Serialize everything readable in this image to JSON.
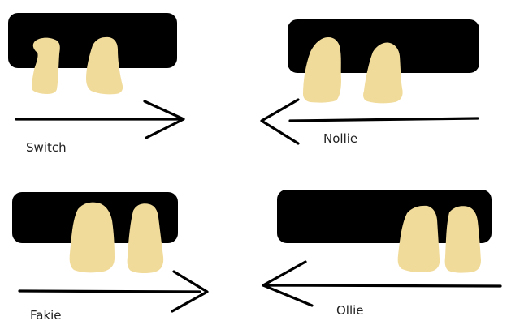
{
  "colors": {
    "board": "#000000",
    "foot": "#f1db9b",
    "arrow": "#000000",
    "text": "#222222"
  },
  "panels": {
    "switch": {
      "label": "Switch",
      "direction": "right"
    },
    "nollie": {
      "label": "Nollie",
      "direction": "left"
    },
    "fakie": {
      "label": "Fakie",
      "direction": "right"
    },
    "ollie": {
      "label": "Ollie",
      "direction": "left"
    }
  }
}
